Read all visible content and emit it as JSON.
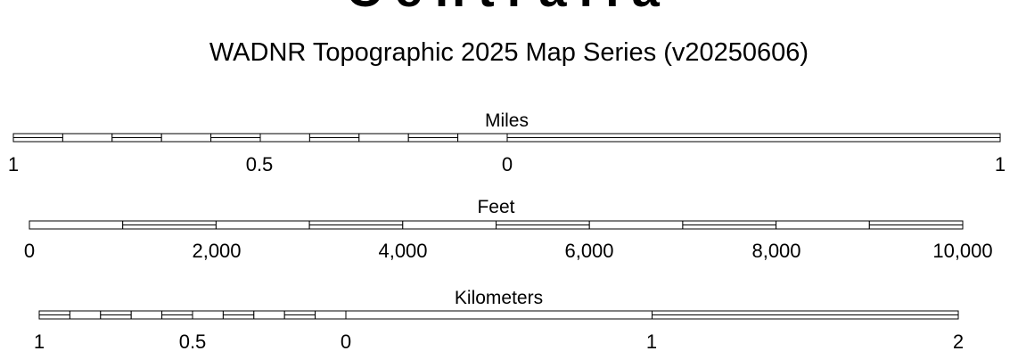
{
  "map": {
    "title": "Centralia",
    "subtitle": "WADNR Topographic 2025 Map Series (v20250606)"
  },
  "scale_bars": [
    {
      "unit": "Miles",
      "tick_labels": [
        "1",
        "0.5",
        "0",
        "1"
      ],
      "left_divisions": 10,
      "right_divisions": 1
    },
    {
      "unit": "Feet",
      "tick_labels": [
        "0",
        "2,000",
        "4,000",
        "6,000",
        "8,000",
        "10,000"
      ],
      "left_divisions": 0,
      "right_divisions": 10
    },
    {
      "unit": "Kilometers",
      "tick_labels": [
        "1",
        "0.5",
        "0",
        "1",
        "2"
      ],
      "left_divisions": 10,
      "right_divisions": 2
    }
  ]
}
